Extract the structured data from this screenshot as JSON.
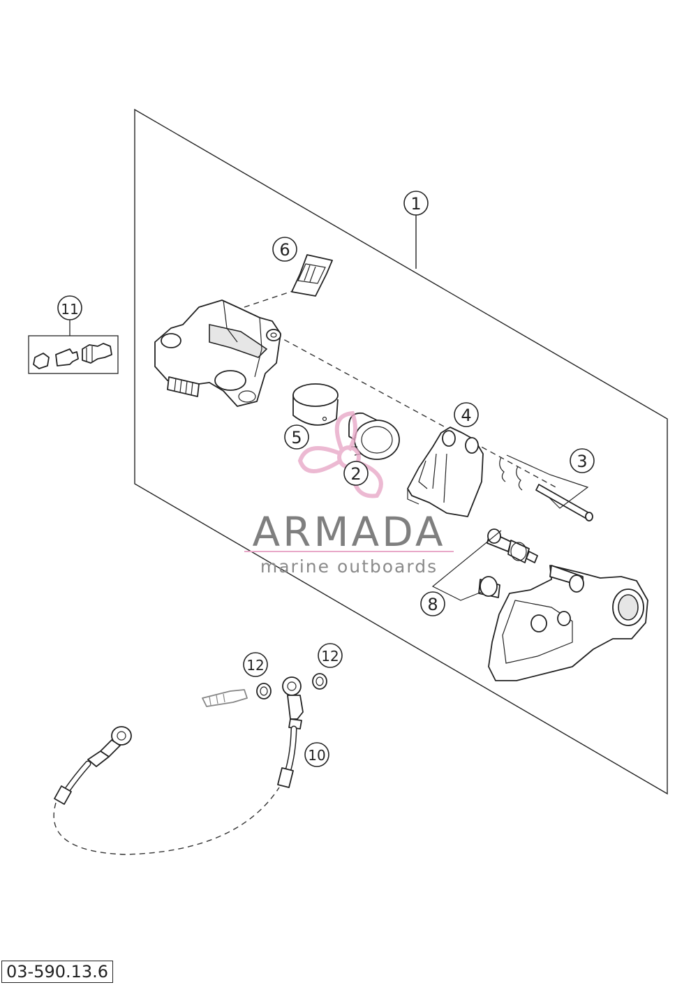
{
  "callouts": {
    "c1": "1",
    "c2": "2",
    "c3": "3",
    "c4": "4",
    "c5": "5",
    "c6": "6",
    "c8": "8",
    "c10": "10",
    "c11": "11",
    "c12a": "12",
    "c12b": "12"
  },
  "watermark": {
    "title": "ARMADA",
    "subtitle": "marine outboards",
    "logo_color": "#e8a8c8"
  },
  "drawing_number": "03-590.13.6",
  "colors": {
    "line": "#222222",
    "background": "#ffffff"
  }
}
